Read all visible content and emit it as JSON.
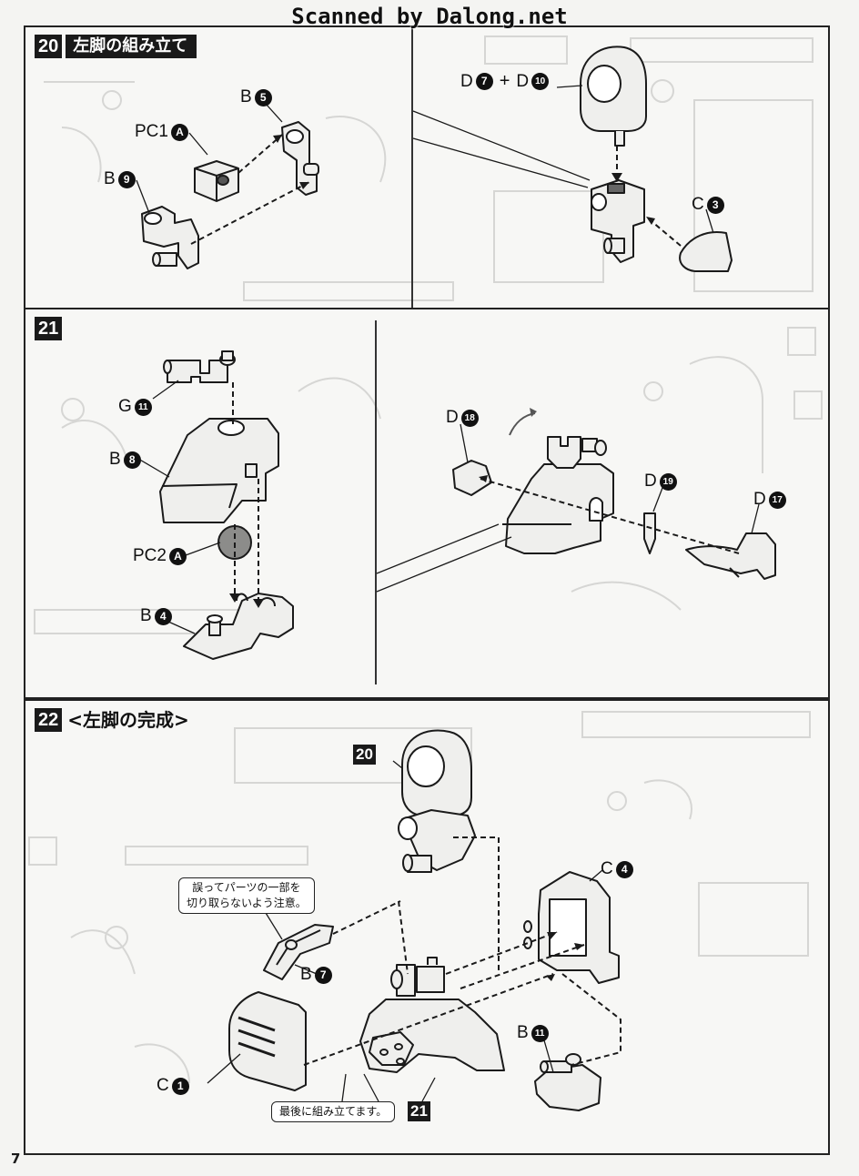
{
  "watermark": "Scanned by Dalong.net",
  "page_number": "7",
  "steps": {
    "s20": {
      "number": "20",
      "title": "左脚の組み立て",
      "labels": {
        "pc1": {
          "prefix": "PC1",
          "mark": "A"
        },
        "b5": {
          "prefix": "B",
          "mark": "5"
        },
        "b9": {
          "prefix": "B",
          "mark": "9"
        },
        "d7": {
          "prefix": "D",
          "mark": "7"
        },
        "plus": "+",
        "d10": {
          "prefix": "D",
          "mark": "10"
        },
        "c3": {
          "prefix": "C",
          "mark": "3"
        }
      }
    },
    "s21": {
      "number": "21",
      "labels": {
        "g11": {
          "prefix": "G",
          "mark": "11"
        },
        "b8": {
          "prefix": "B",
          "mark": "8"
        },
        "pc2": {
          "prefix": "PC2",
          "mark": "A"
        },
        "b4": {
          "prefix": "B",
          "mark": "4"
        },
        "d18": {
          "prefix": "D",
          "mark": "18"
        },
        "d19": {
          "prefix": "D",
          "mark": "19"
        },
        "d17": {
          "prefix": "D",
          "mark": "17"
        }
      }
    },
    "s22": {
      "number": "22",
      "title": "<左脚の完成>",
      "ref20": "20",
      "ref21": "21",
      "note_top_line1": "誤ってパーツの一部を",
      "note_top_line2": "切り取らないよう注意。",
      "note_bottom": "最後に組み立てます。",
      "labels": {
        "c4": {
          "prefix": "C",
          "mark": "4"
        },
        "b7": {
          "prefix": "B",
          "mark": "7"
        },
        "b11": {
          "prefix": "B",
          "mark": "11"
        },
        "c1": {
          "prefix": "C",
          "mark": "1"
        }
      }
    }
  }
}
